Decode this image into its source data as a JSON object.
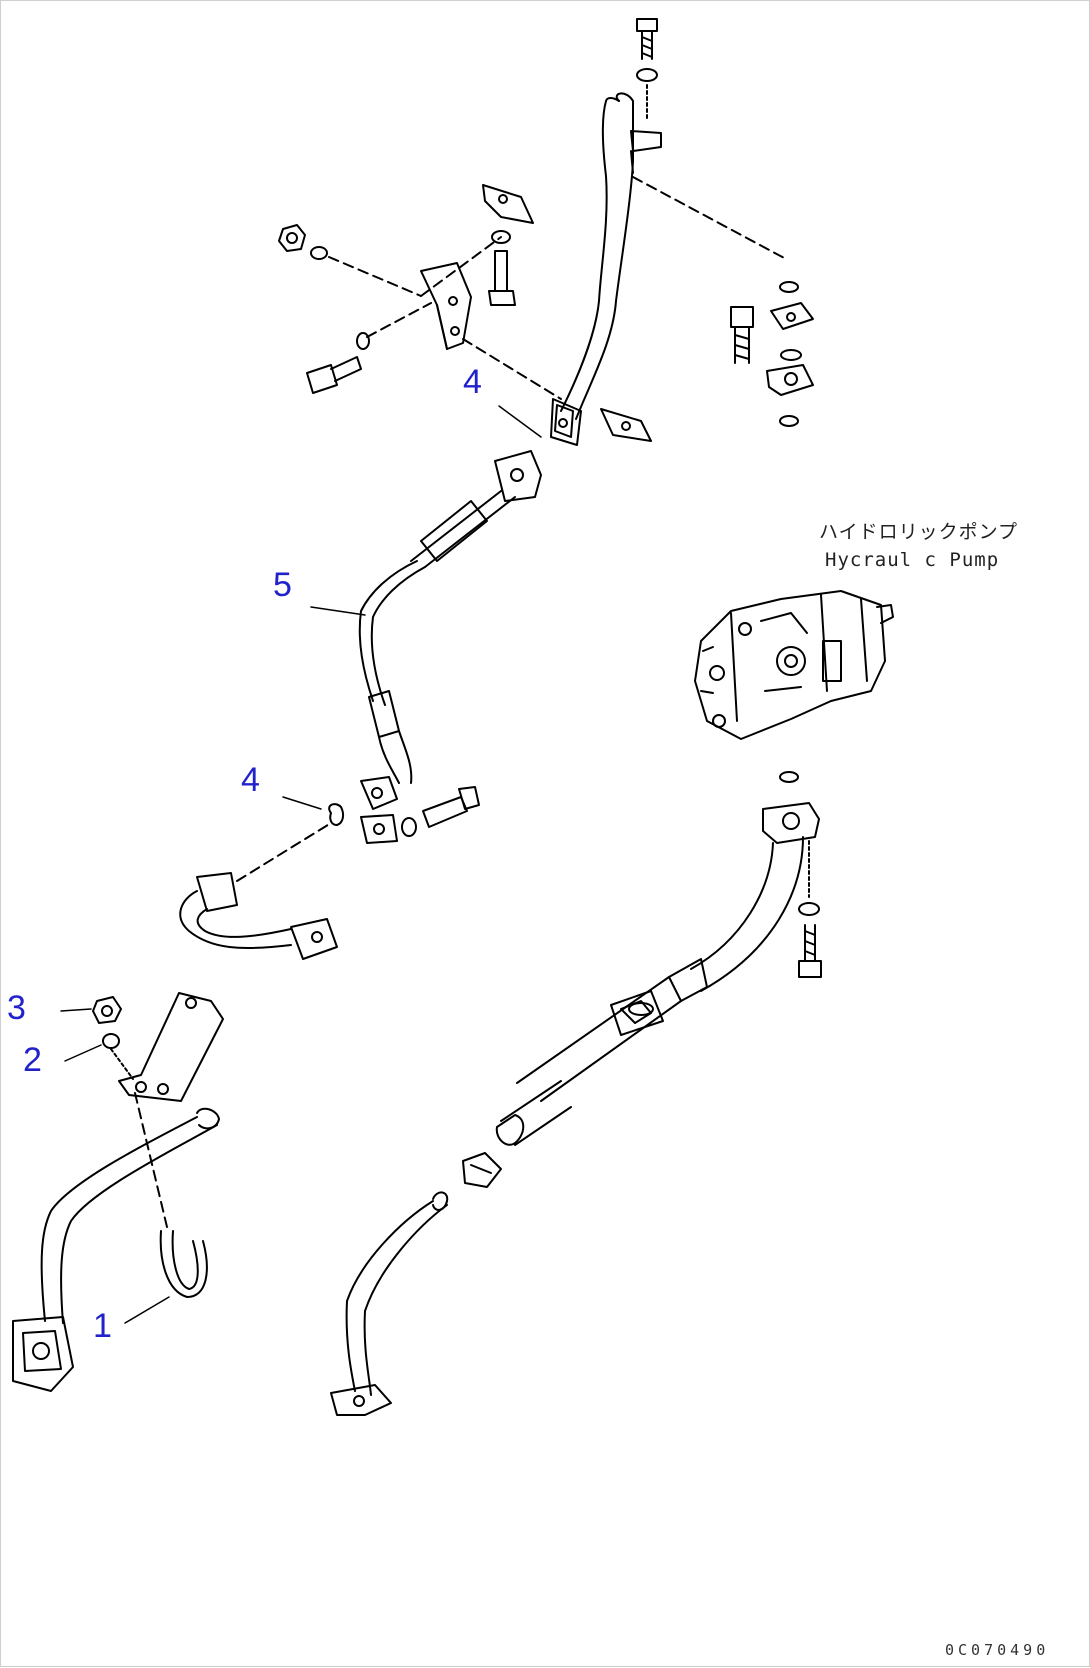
{
  "callouts": {
    "item_1": "1",
    "item_2": "2",
    "item_3": "3",
    "item_4_upper": "4",
    "item_4_lower": "4",
    "item_5": "5"
  },
  "labels": {
    "pump_jp": "ハイドロリックポンプ",
    "pump_en": "Hycraul c Pump"
  },
  "document_code": "0C070490",
  "colors": {
    "callout": "#2222cc",
    "line": "#000000",
    "background": "#ffffff"
  }
}
